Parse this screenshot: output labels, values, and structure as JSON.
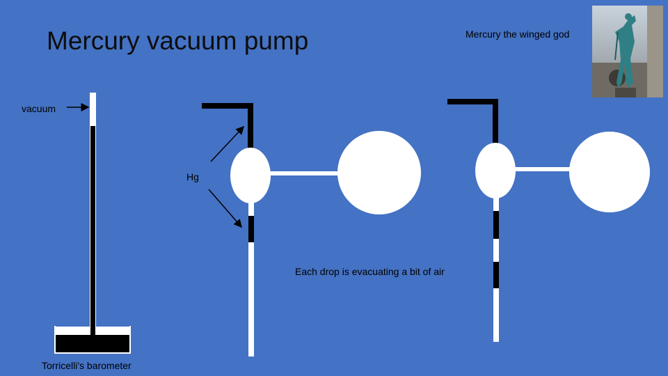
{
  "slide": {
    "title": "Mercury vacuum pump",
    "subtitle": "Mercury the winged god",
    "labels": {
      "vacuum": "vacuum",
      "hg": "Hg",
      "drop_caption": "Each drop is evacuating a bit of air",
      "barometer": "Torricelli's barometer"
    },
    "image": {
      "name": "mercury-statue-photo"
    }
  },
  "colors": {
    "background": "#4472c4",
    "tube": "#ffffff",
    "mercury": "#000000"
  }
}
